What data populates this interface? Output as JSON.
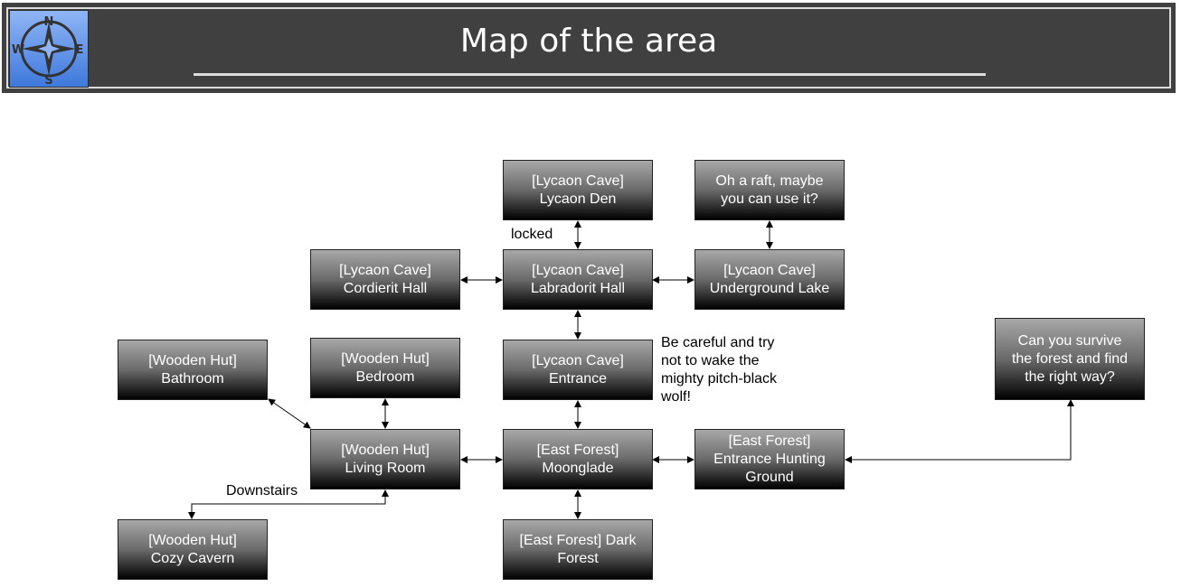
{
  "header": {
    "title": "Map of the area",
    "logo": "compass-icon",
    "logo_letters": [
      "N",
      "E",
      "S",
      "W"
    ]
  },
  "rooms": {
    "lycaon_den": "[Lycaon Cave]\nLycaon Den",
    "raft": "Oh a raft, maybe\nyou can use it?",
    "cordierit_hall": "[Lycaon Cave]\nCordierit Hall",
    "labradorit_hall": "[Lycaon Cave]\nLabradorit Hall",
    "underground_lake": "[Lycaon Cave]\nUnderground Lake",
    "bathroom": "[Wooden Hut]\nBathroom",
    "bedroom": "[Wooden Hut]\nBedroom",
    "cave_entrance": "[Lycaon Cave]\nEntrance",
    "survive": "Can you survive\nthe forest and find\nthe right way?",
    "living_room": "[Wooden Hut]\nLiving Room",
    "moonglade": "[East Forest]\nMoonglade",
    "hunting_ground": "[East Forest]\nEntrance Hunting\nGround",
    "cozy_cavern": "[Wooden Hut]\nCozy Cavern",
    "dark_forest": "[East Forest] Dark\nForest"
  },
  "notes": {
    "locked": "locked",
    "careful": "Be careful and try\nnot to wake the\nmighty pitch-black\nwolf!",
    "downstairs": "Downstairs"
  }
}
